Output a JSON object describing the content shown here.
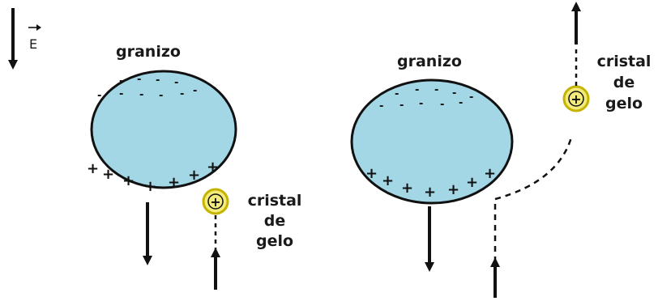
{
  "field": {
    "label": "E"
  },
  "left_panel": {
    "hail_label": "granizo",
    "crystal_label": [
      "cristal",
      "de",
      "gelo"
    ],
    "neg_charge": "-",
    "pos_charge": "+",
    "crystal_charge": "+"
  },
  "right_panel": {
    "hail_label": "granizo",
    "crystal_label": [
      "cristal",
      "de",
      "gelo"
    ],
    "neg_charge": "-",
    "pos_charge": "+",
    "crystal_charge": "+"
  },
  "colors": {
    "hail_fill": "#a3d7e6",
    "crystal_fill": "#f4ec7a",
    "crystal_ring": "#c4b400",
    "stroke": "#111111"
  }
}
